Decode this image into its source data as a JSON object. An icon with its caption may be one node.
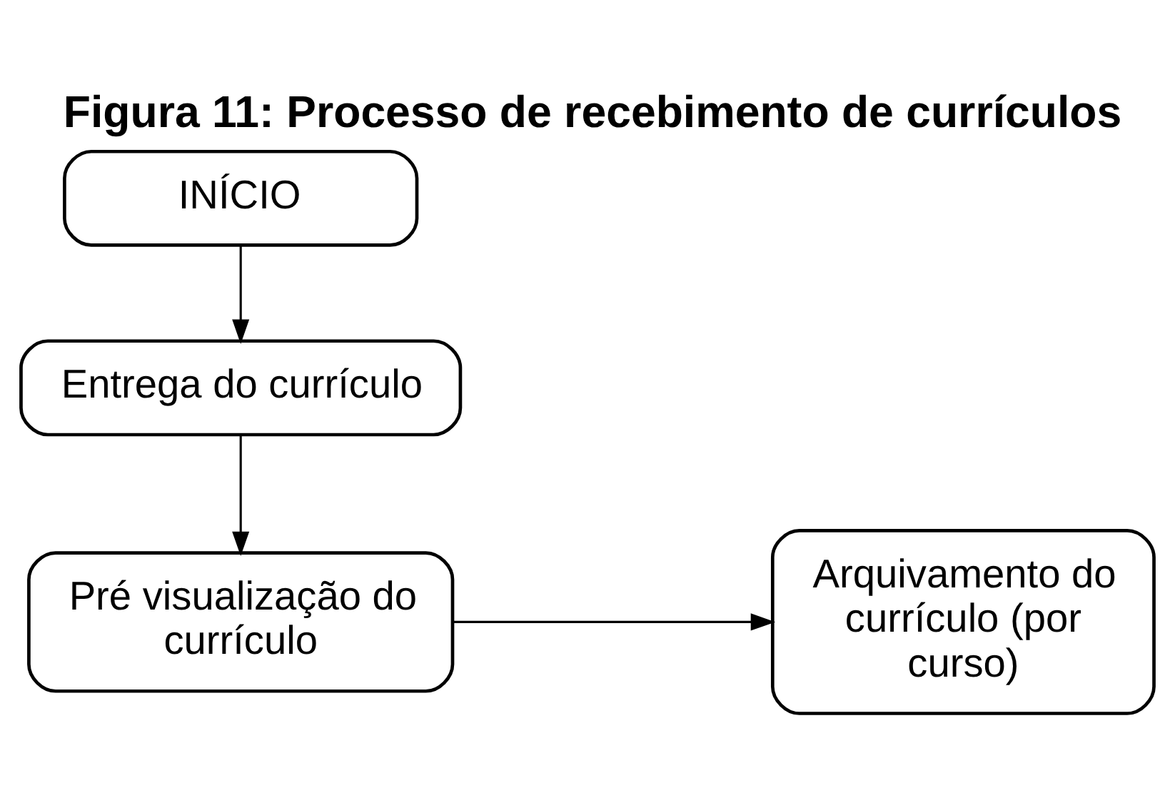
{
  "diagram": {
    "title": "Figura 11: Processo de recebimento de currículos",
    "nodes": [
      {
        "text": [
          "INÍCIO"
        ]
      },
      {
        "text": [
          "Entrega do currículo"
        ]
      },
      {
        "text": [
          "Pré visualização do currículo"
        ]
      },
      {
        "text": [
          "Arquivamento do currículo (por curso)"
        ]
      }
    ],
    "edges": [
      {
        "from": 0,
        "to": 1,
        "arrow": "to"
      },
      {
        "from": 1,
        "to": 2,
        "arrow": "to"
      },
      {
        "from": 2,
        "to": 3,
        "arrow": "to"
      }
    ]
  }
}
